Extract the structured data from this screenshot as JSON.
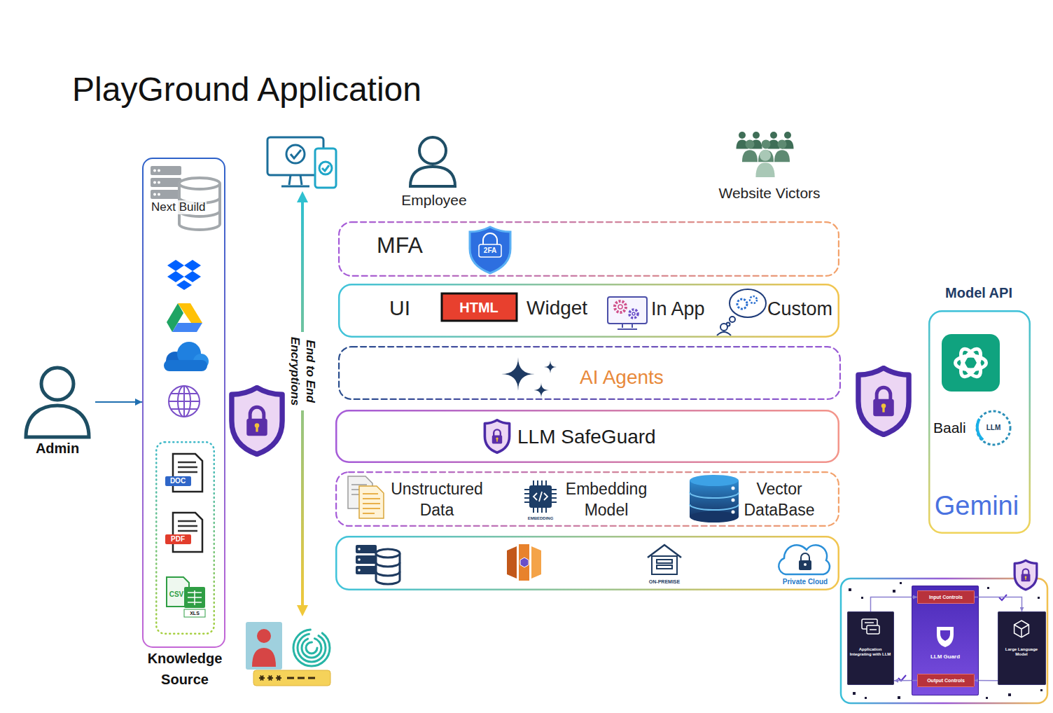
{
  "diagram": {
    "title": "PlayGround Application",
    "nodes": [
      {
        "text": [
          "Admin"
        ]
      },
      {
        "text": [
          "Knowledge Source"
        ]
      },
      {
        "text": [
          "DOC",
          "PDF",
          "CSV",
          "XLS"
        ],
        "in": 1
      },
      {
        "text": [
          "MFA"
        ]
      },
      {
        "text": [
          "UI",
          "HTML",
          "Widget",
          "In App",
          "Custom"
        ]
      },
      {
        "text": [
          "AI Agents"
        ]
      },
      {
        "text": [
          "LLM SafeGuard"
        ]
      },
      {
        "text": [
          "Unstructured Data",
          "Embedding Model",
          "Vector DataBase"
        ]
      },
      {
        "text": [
          "ON-PREMISE",
          "Private Cloud"
        ]
      },
      {
        "text": [
          "Model API",
          "Baali",
          "Gemini"
        ]
      },
      {
        "text": [
          "Application Integrating with LLM"
        ]
      },
      {
        "text": [
          "LLM Guard"
        ]
      },
      {
        "text": [
          "Input Controls"
        ],
        "in": 11
      },
      {
        "text": [
          "Output Controls"
        ],
        "in": 11
      },
      {
        "text": [
          "Large Language Model"
        ]
      }
    ],
    "edges": [
      {
        "from": 0,
        "to": 1,
        "arrow": "to"
      },
      {
        "from": 10,
        "to": 12,
        "arrow": "to"
      },
      {
        "from": 12,
        "to": 14,
        "arrow": "to"
      },
      {
        "from": 14,
        "to": 13,
        "arrow": "to"
      },
      {
        "from": 13,
        "to": 10,
        "arrow": "to"
      }
    ],
    "labels": [
      "Next Build",
      "End to End Encryptions",
      "Employee",
      "Website Victors",
      "2FA",
      "EMBEDDING",
      "LLM"
    ]
  }
}
